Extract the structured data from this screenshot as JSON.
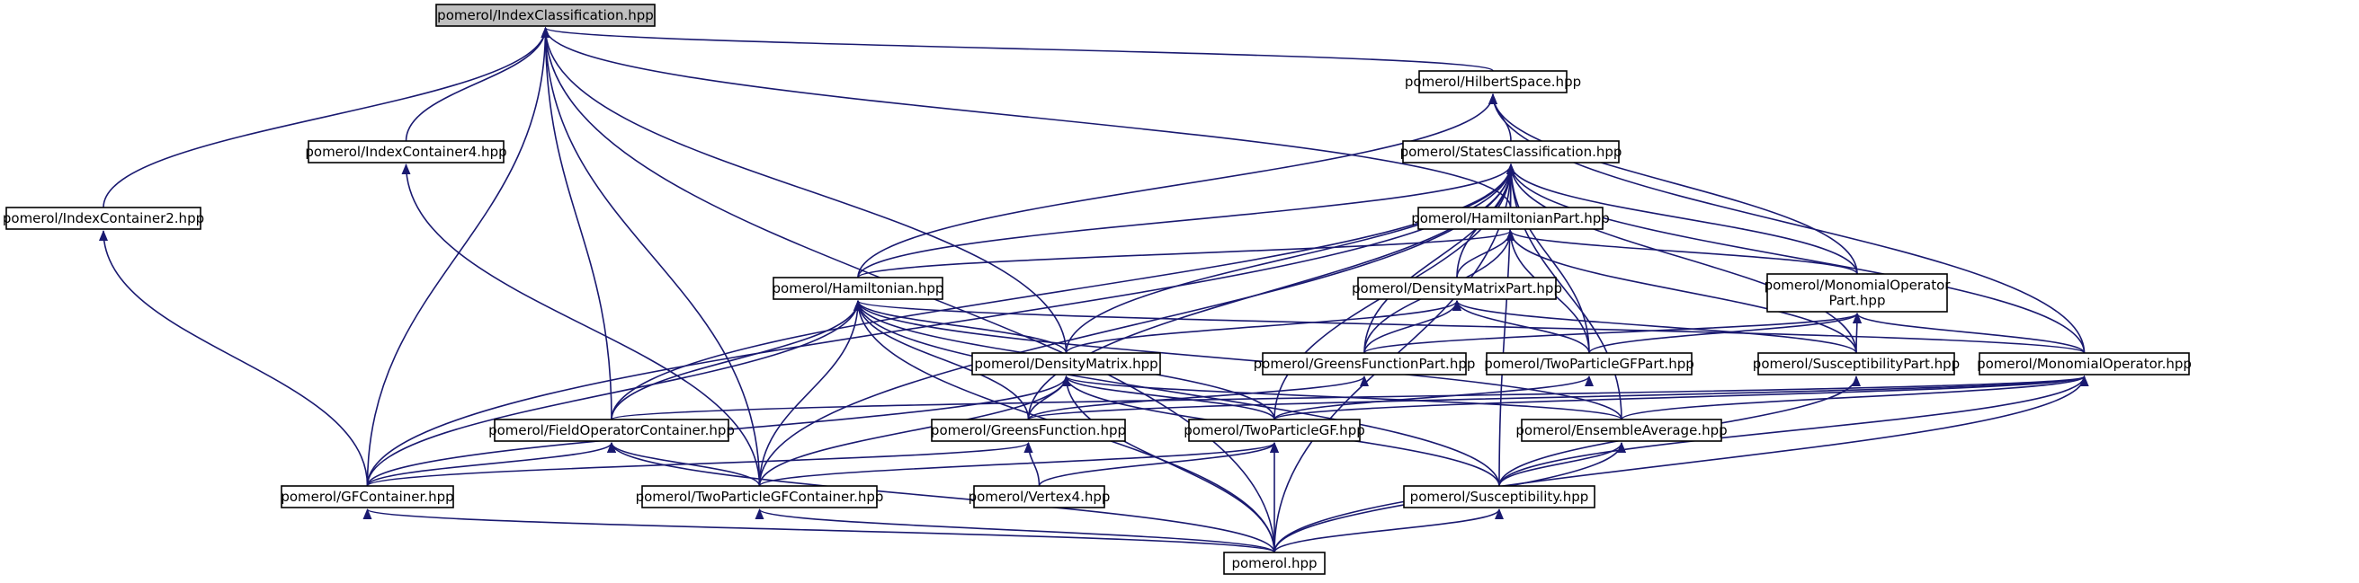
{
  "diagram": {
    "type": "include-dependency-graph",
    "edge_color": "#191970",
    "root_fill": "#bfbfbf",
    "nodes": [
      {
        "id": "IndexClassification",
        "label": [
          "pomerol/IndexClassification.hpp"
        ],
        "root": true
      },
      {
        "id": "HilbertSpace",
        "label": [
          "pomerol/HilbertSpace.hpp"
        ]
      },
      {
        "id": "IndexContainer4",
        "label": [
          "pomerol/IndexContainer4.hpp"
        ]
      },
      {
        "id": "StatesClassification",
        "label": [
          "pomerol/StatesClassification.hpp"
        ]
      },
      {
        "id": "IndexContainer2",
        "label": [
          "pomerol/IndexContainer2.hpp"
        ]
      },
      {
        "id": "HamiltonianPart",
        "label": [
          "pomerol/HamiltonianPart.hpp"
        ]
      },
      {
        "id": "MonomialOperatorPart",
        "label": [
          "pomerol/MonomialOperator",
          "Part.hpp"
        ]
      },
      {
        "id": "Hamiltonian",
        "label": [
          "pomerol/Hamiltonian.hpp"
        ]
      },
      {
        "id": "DensityMatrixPart",
        "label": [
          "pomerol/DensityMatrixPart.hpp"
        ]
      },
      {
        "id": "DensityMatrix",
        "label": [
          "pomerol/DensityMatrix.hpp"
        ]
      },
      {
        "id": "GreensFunctionPart",
        "label": [
          "pomerol/GreensFunctionPart.hpp"
        ]
      },
      {
        "id": "TwoParticleGFPart",
        "label": [
          "pomerol/TwoParticleGFPart.hpp"
        ]
      },
      {
        "id": "SusceptibilityPart",
        "label": [
          "pomerol/SusceptibilityPart.hpp"
        ]
      },
      {
        "id": "MonomialOperator",
        "label": [
          "pomerol/MonomialOperator.hpp"
        ]
      },
      {
        "id": "FieldOperatorContainer",
        "label": [
          "pomerol/FieldOperatorContainer.hpp"
        ]
      },
      {
        "id": "GreensFunction",
        "label": [
          "pomerol/GreensFunction.hpp"
        ]
      },
      {
        "id": "TwoParticleGF",
        "label": [
          "pomerol/TwoParticleGF.hpp"
        ]
      },
      {
        "id": "EnsembleAverage",
        "label": [
          "pomerol/EnsembleAverage.hpp"
        ]
      },
      {
        "id": "GFContainer",
        "label": [
          "pomerol/GFContainer.hpp"
        ]
      },
      {
        "id": "TwoParticleGFContainer",
        "label": [
          "pomerol/TwoParticleGFContainer.hpp"
        ]
      },
      {
        "id": "Vertex4",
        "label": [
          "pomerol/Vertex4.hpp"
        ]
      },
      {
        "id": "Susceptibility",
        "label": [
          "pomerol/Susceptibility.hpp"
        ]
      },
      {
        "id": "pomerol",
        "label": [
          "pomerol.hpp"
        ]
      }
    ],
    "edges": [
      [
        "IndexClassification",
        "HilbertSpace"
      ],
      [
        "IndexClassification",
        "IndexContainer4"
      ],
      [
        "IndexClassification",
        "IndexContainer2"
      ],
      [
        "IndexClassification",
        "GFContainer"
      ],
      [
        "IndexClassification",
        "FieldOperatorContainer"
      ],
      [
        "IndexClassification",
        "TwoParticleGFContainer"
      ],
      [
        "IndexClassification",
        "DensityMatrix"
      ],
      [
        "IndexClassification",
        "HamiltonianPart"
      ],
      [
        "IndexClassification",
        "pomerol"
      ],
      [
        "HilbertSpace",
        "StatesClassification"
      ],
      [
        "HilbertSpace",
        "Hamiltonian"
      ],
      [
        "HilbertSpace",
        "MonomialOperatorPart"
      ],
      [
        "HilbertSpace",
        "MonomialOperator"
      ],
      [
        "IndexContainer4",
        "TwoParticleGFContainer"
      ],
      [
        "IndexContainer2",
        "GFContainer"
      ],
      [
        "StatesClassification",
        "HamiltonianPart"
      ],
      [
        "StatesClassification",
        "Hamiltonian"
      ],
      [
        "StatesClassification",
        "DensityMatrixPart"
      ],
      [
        "StatesClassification",
        "DensityMatrix"
      ],
      [
        "StatesClassification",
        "GreensFunctionPart"
      ],
      [
        "StatesClassification",
        "TwoParticleGFPart"
      ],
      [
        "StatesClassification",
        "SusceptibilityPart"
      ],
      [
        "StatesClassification",
        "MonomialOperatorPart"
      ],
      [
        "StatesClassification",
        "MonomialOperator"
      ],
      [
        "StatesClassification",
        "FieldOperatorContainer"
      ],
      [
        "StatesClassification",
        "GreensFunction"
      ],
      [
        "StatesClassification",
        "TwoParticleGF"
      ],
      [
        "StatesClassification",
        "GFContainer"
      ],
      [
        "StatesClassification",
        "TwoParticleGFContainer"
      ],
      [
        "StatesClassification",
        "EnsembleAverage"
      ],
      [
        "StatesClassification",
        "Susceptibility"
      ],
      [
        "StatesClassification",
        "pomerol"
      ],
      [
        "HamiltonianPart",
        "Hamiltonian"
      ],
      [
        "HamiltonianPart",
        "DensityMatrixPart"
      ],
      [
        "HamiltonianPart",
        "GreensFunctionPart"
      ],
      [
        "HamiltonianPart",
        "TwoParticleGFPart"
      ],
      [
        "HamiltonianPart",
        "SusceptibilityPart"
      ],
      [
        "HamiltonianPart",
        "MonomialOperatorPart"
      ],
      [
        "MonomialOperatorPart",
        "GreensFunctionPart"
      ],
      [
        "MonomialOperatorPart",
        "TwoParticleGFPart"
      ],
      [
        "MonomialOperatorPart",
        "SusceptibilityPart"
      ],
      [
        "MonomialOperatorPart",
        "MonomialOperator"
      ],
      [
        "Hamiltonian",
        "DensityMatrix"
      ],
      [
        "Hamiltonian",
        "FieldOperatorContainer"
      ],
      [
        "Hamiltonian",
        "GreensFunction"
      ],
      [
        "Hamiltonian",
        "TwoParticleGF"
      ],
      [
        "Hamiltonian",
        "GFContainer"
      ],
      [
        "Hamiltonian",
        "TwoParticleGFContainer"
      ],
      [
        "Hamiltonian",
        "EnsembleAverage"
      ],
      [
        "Hamiltonian",
        "Susceptibility"
      ],
      [
        "Hamiltonian",
        "MonomialOperator"
      ],
      [
        "Hamiltonian",
        "pomerol"
      ],
      [
        "DensityMatrixPart",
        "DensityMatrix"
      ],
      [
        "DensityMatrixPart",
        "GreensFunctionPart"
      ],
      [
        "DensityMatrixPart",
        "TwoParticleGFPart"
      ],
      [
        "DensityMatrixPart",
        "SusceptibilityPart"
      ],
      [
        "DensityMatrix",
        "GreensFunction"
      ],
      [
        "DensityMatrix",
        "TwoParticleGF"
      ],
      [
        "DensityMatrix",
        "GFContainer"
      ],
      [
        "DensityMatrix",
        "TwoParticleGFContainer"
      ],
      [
        "DensityMatrix",
        "EnsembleAverage"
      ],
      [
        "DensityMatrix",
        "Susceptibility"
      ],
      [
        "DensityMatrix",
        "pomerol"
      ],
      [
        "GreensFunctionPart",
        "GreensFunction"
      ],
      [
        "TwoParticleGFPart",
        "TwoParticleGF"
      ],
      [
        "SusceptibilityPart",
        "Susceptibility"
      ],
      [
        "MonomialOperator",
        "FieldOperatorContainer"
      ],
      [
        "MonomialOperator",
        "GreensFunction"
      ],
      [
        "MonomialOperator",
        "TwoParticleGF"
      ],
      [
        "MonomialOperator",
        "EnsembleAverage"
      ],
      [
        "MonomialOperator",
        "Susceptibility"
      ],
      [
        "MonomialOperator",
        "pomerol"
      ],
      [
        "FieldOperatorContainer",
        "GFContainer"
      ],
      [
        "FieldOperatorContainer",
        "TwoParticleGFContainer"
      ],
      [
        "FieldOperatorContainer",
        "pomerol"
      ],
      [
        "GreensFunction",
        "GFContainer"
      ],
      [
        "GreensFunction",
        "Vertex4"
      ],
      [
        "TwoParticleGF",
        "TwoParticleGFContainer"
      ],
      [
        "TwoParticleGF",
        "Vertex4"
      ],
      [
        "TwoParticleGF",
        "pomerol"
      ],
      [
        "EnsembleAverage",
        "Susceptibility"
      ],
      [
        "EnsembleAverage",
        "pomerol"
      ],
      [
        "GFContainer",
        "pomerol"
      ],
      [
        "TwoParticleGFContainer",
        "pomerol"
      ],
      [
        "Susceptibility",
        "pomerol"
      ]
    ]
  }
}
